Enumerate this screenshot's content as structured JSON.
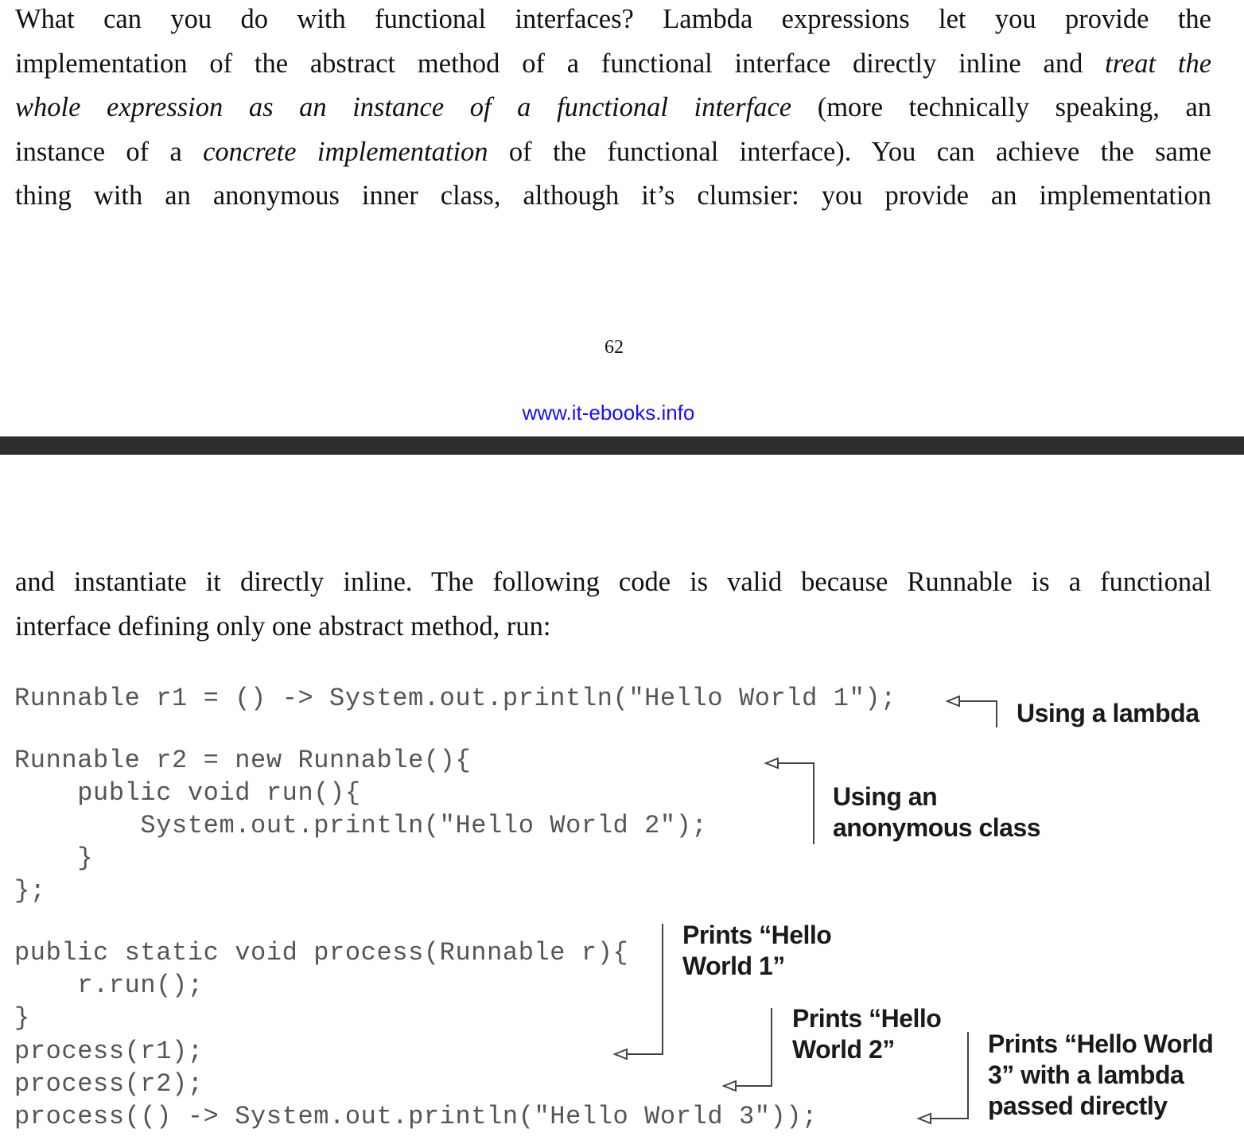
{
  "paragraph_1": {
    "lines": [
      [
        "What can you do with functional interfaces? Lambda expressions let you provide the"
      ],
      [
        "implementation of the abstract method of a functional interface directly inline and ",
        {
          "i": "treat the"
        }
      ],
      [
        {
          "i": "whole expression as an instance of a functional interface"
        },
        " (more technically speaking, an"
      ],
      [
        "instance of a ",
        {
          "i": "concrete implementation"
        },
        " of the functional interface). You can achieve the same"
      ],
      [
        "thing with an anonymous inner class, although it’s clumsier: you provide an implementation"
      ]
    ]
  },
  "page_number": "62",
  "website": "www.it-ebooks.info",
  "paragraph_2": {
    "lines": [
      "and instantiate it directly inline. The following code is valid because Runnable is a functional",
      "interface defining only one abstract method, run:"
    ]
  },
  "code": [
    "Runnable r1 = () -> System.out.println(\"Hello World 1\");",
    "Runnable r2 = new Runnable(){",
    "    public void run(){",
    "        System.out.println(\"Hello World 2\");",
    "    }",
    "};",
    "public static void process(Runnable r){",
    "    r.run();",
    "}",
    "process(r1);",
    "process(r2);",
    "process(() -> System.out.println(\"Hello World 3\"));"
  ],
  "annotations": {
    "lambda": [
      "Using a lambda"
    ],
    "anonymous": [
      "Using an",
      "anonymous class"
    ],
    "hello1": [
      "Prints “Hello",
      "World 1”"
    ],
    "hello2": [
      "Prints “Hello",
      "World 2”"
    ],
    "hello3": [
      "Prints “Hello World",
      "3” with a lambda",
      "passed directly"
    ]
  }
}
